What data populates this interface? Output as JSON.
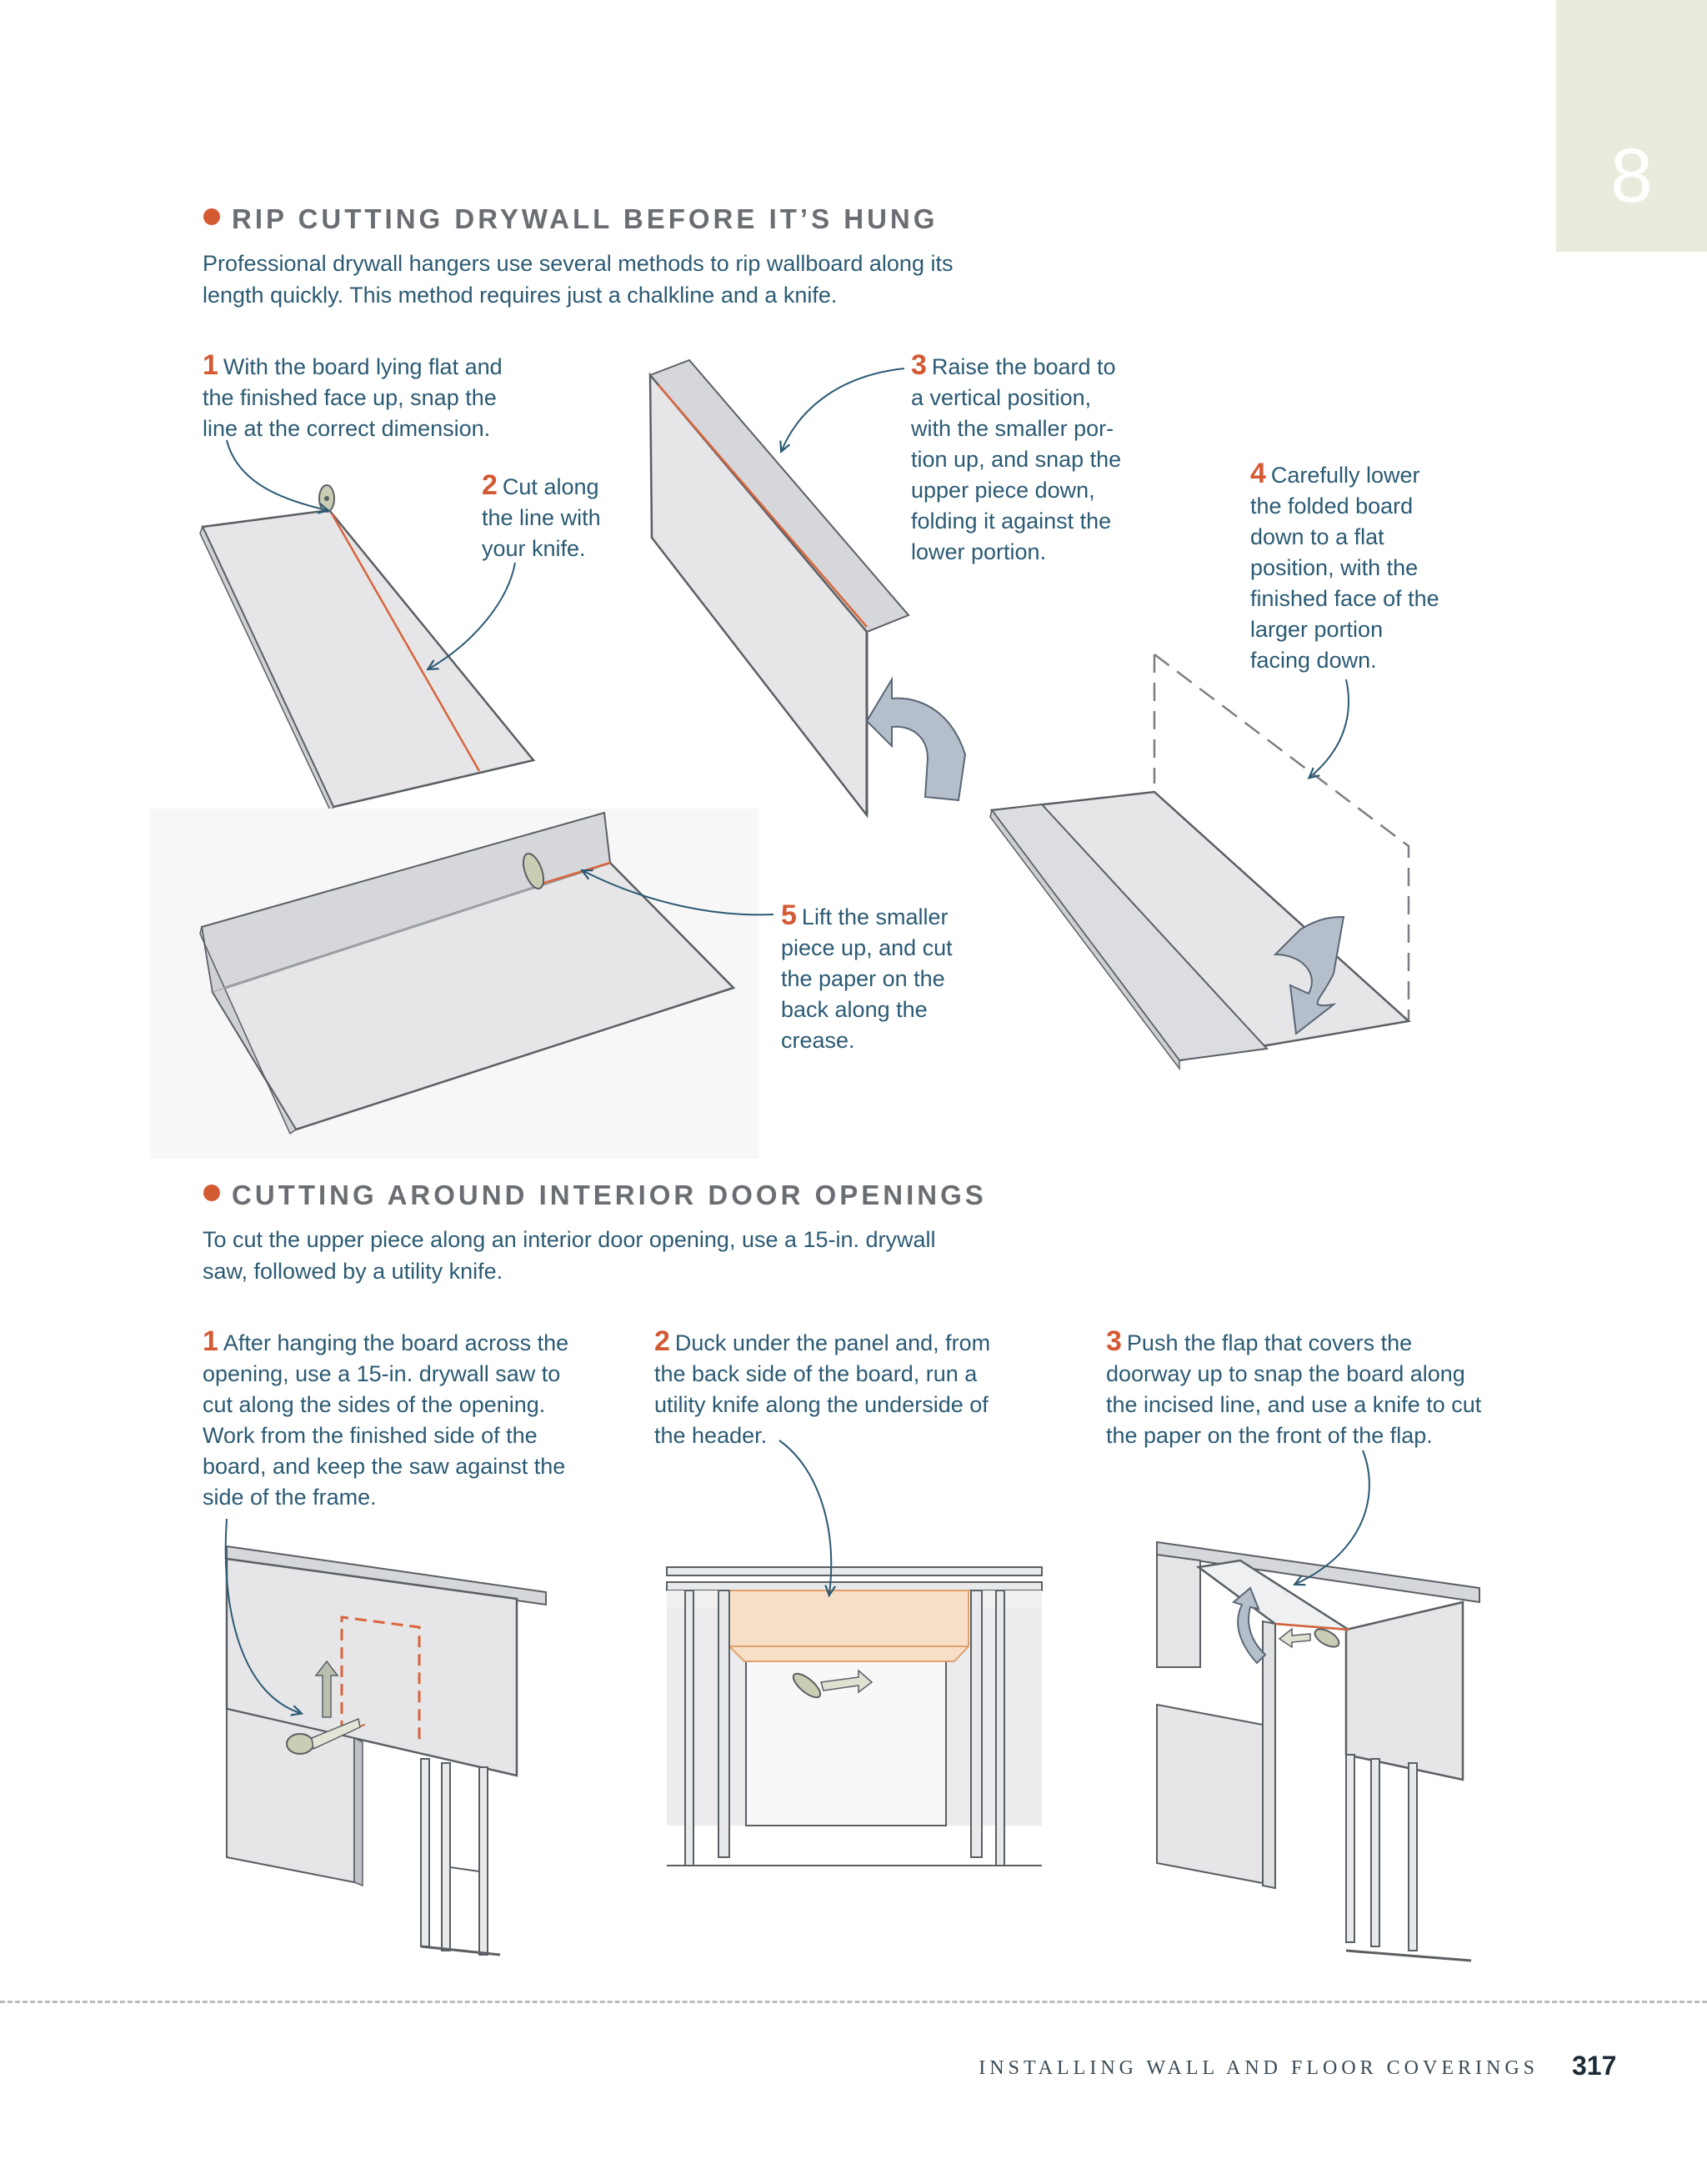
{
  "chapter": {
    "number": "8"
  },
  "section1": {
    "heading": "RIP CUTTING DRYWALL BEFORE IT’S HUNG",
    "intro_line1": "Professional drywall hangers use several methods to rip wallboard along its",
    "intro_line2": "length quickly. This method requires just a chalkline and a knife.",
    "steps": [
      {
        "num": "1",
        "lines": [
          "With the board lying flat and",
          "the finished face up, snap the",
          "line at the correct dimension."
        ]
      },
      {
        "num": "2",
        "lines": [
          "Cut along",
          "the line with",
          "your knife."
        ]
      },
      {
        "num": "3",
        "lines": [
          "Raise the board to",
          "a vertical position,",
          "with the smaller por-",
          "tion up, and snap the",
          "upper piece down,",
          "folding it against the",
          "lower portion."
        ]
      },
      {
        "num": "4",
        "lines": [
          "Carefully lower",
          "the folded board",
          "down to a flat",
          "position, with the",
          "finished face of the",
          "larger portion",
          "facing down."
        ]
      },
      {
        "num": "5",
        "lines": [
          "Lift the smaller",
          "piece up, and cut",
          "the paper on the",
          "back along the",
          "crease."
        ]
      }
    ]
  },
  "section2": {
    "heading": "CUTTING AROUND INTERIOR DOOR OPENINGS",
    "intro_line1": "To cut the upper piece along an interior door opening, use a 15-in. drywall",
    "intro_line2": "saw, followed by a utility knife.",
    "steps": [
      {
        "num": "1",
        "lines": [
          "After hanging the board across the",
          "opening, use a 15-in. drywall saw to",
          "cut along the sides of the opening.",
          "Work from the finished side of the",
          "board, and keep the saw against the",
          "side of the frame."
        ]
      },
      {
        "num": "2",
        "lines": [
          "Duck under the panel and, from",
          "the back side of the board, run a",
          "utility knife along the underside of",
          "the header."
        ]
      },
      {
        "num": "3",
        "lines": [
          "Push the flap that covers the",
          "doorway up to snap the board along",
          "the incised line, and use a knife to cut",
          "the paper on the front of the flap."
        ]
      }
    ]
  },
  "footer": {
    "running_head": "INSTALLING WALL AND FLOOR COVERINGS",
    "page_number": "317"
  },
  "colors": {
    "accent": "#d45a34",
    "body_text": "#2b5a73",
    "heading": "#6a6e72",
    "tab": "#e9ebdc",
    "board": "#e6e6e8"
  }
}
